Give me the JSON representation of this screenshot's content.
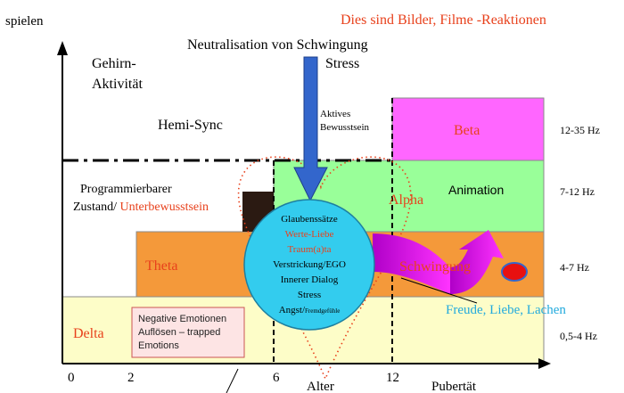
{
  "header": {
    "y_axis_label": "spielen",
    "subtitle_red": "Dies sind Bilder, Filme -Reaktionen",
    "neutralisation_line1": "Neutralisation von Schwingung",
    "neutralisation_line2": "Stress"
  },
  "labels": {
    "gehirn_line1": "Gehirn-",
    "gehirn_line2": "Aktivität",
    "hemisync": "Hemi-Sync",
    "aktives_line1": "Aktives",
    "aktives_line2": "Bewusstsein",
    "programmier_line1": "Programmierbarer",
    "programmier_line2a": "Zustand/ ",
    "programmier_line2b": "Unterbewusstsein",
    "animation": "Animation",
    "freude": "Freude, Liebe, Lachen"
  },
  "bands": {
    "beta": "Beta",
    "alpha": "Alpha",
    "theta": "Theta",
    "schwingung": "Schwingung",
    "delta": "Delta"
  },
  "frequencies": [
    "12-35 Hz",
    "7-12 Hz",
    "4-7 Hz",
    "0,5-4 Hz"
  ],
  "circle_lines": [
    "Glaubenssätze",
    "Werte-Liebe",
    "Traum(a)ta",
    "Verstrickung/EGO",
    "Innerer Dialog",
    "Stress",
    "Angst/"
  ],
  "circle_small": "Fremdgefühle",
  "negative_box": [
    "Negative Emotionen",
    "Auflösen – trapped",
    "Emotions"
  ],
  "x_axis": {
    "ticks": [
      "0",
      "2",
      "6",
      "12"
    ],
    "alter": "Alter",
    "pubertaet": "Pubertät"
  },
  "colors": {
    "beta": "#ff66ff",
    "alpha": "#99ff99",
    "theta": "#f4993a",
    "delta": "#fdfdc8",
    "circle": "#33ccee",
    "arrow_blue": "#3366cc",
    "red_text": "#e8411c",
    "cyan_text": "#22aadd"
  }
}
